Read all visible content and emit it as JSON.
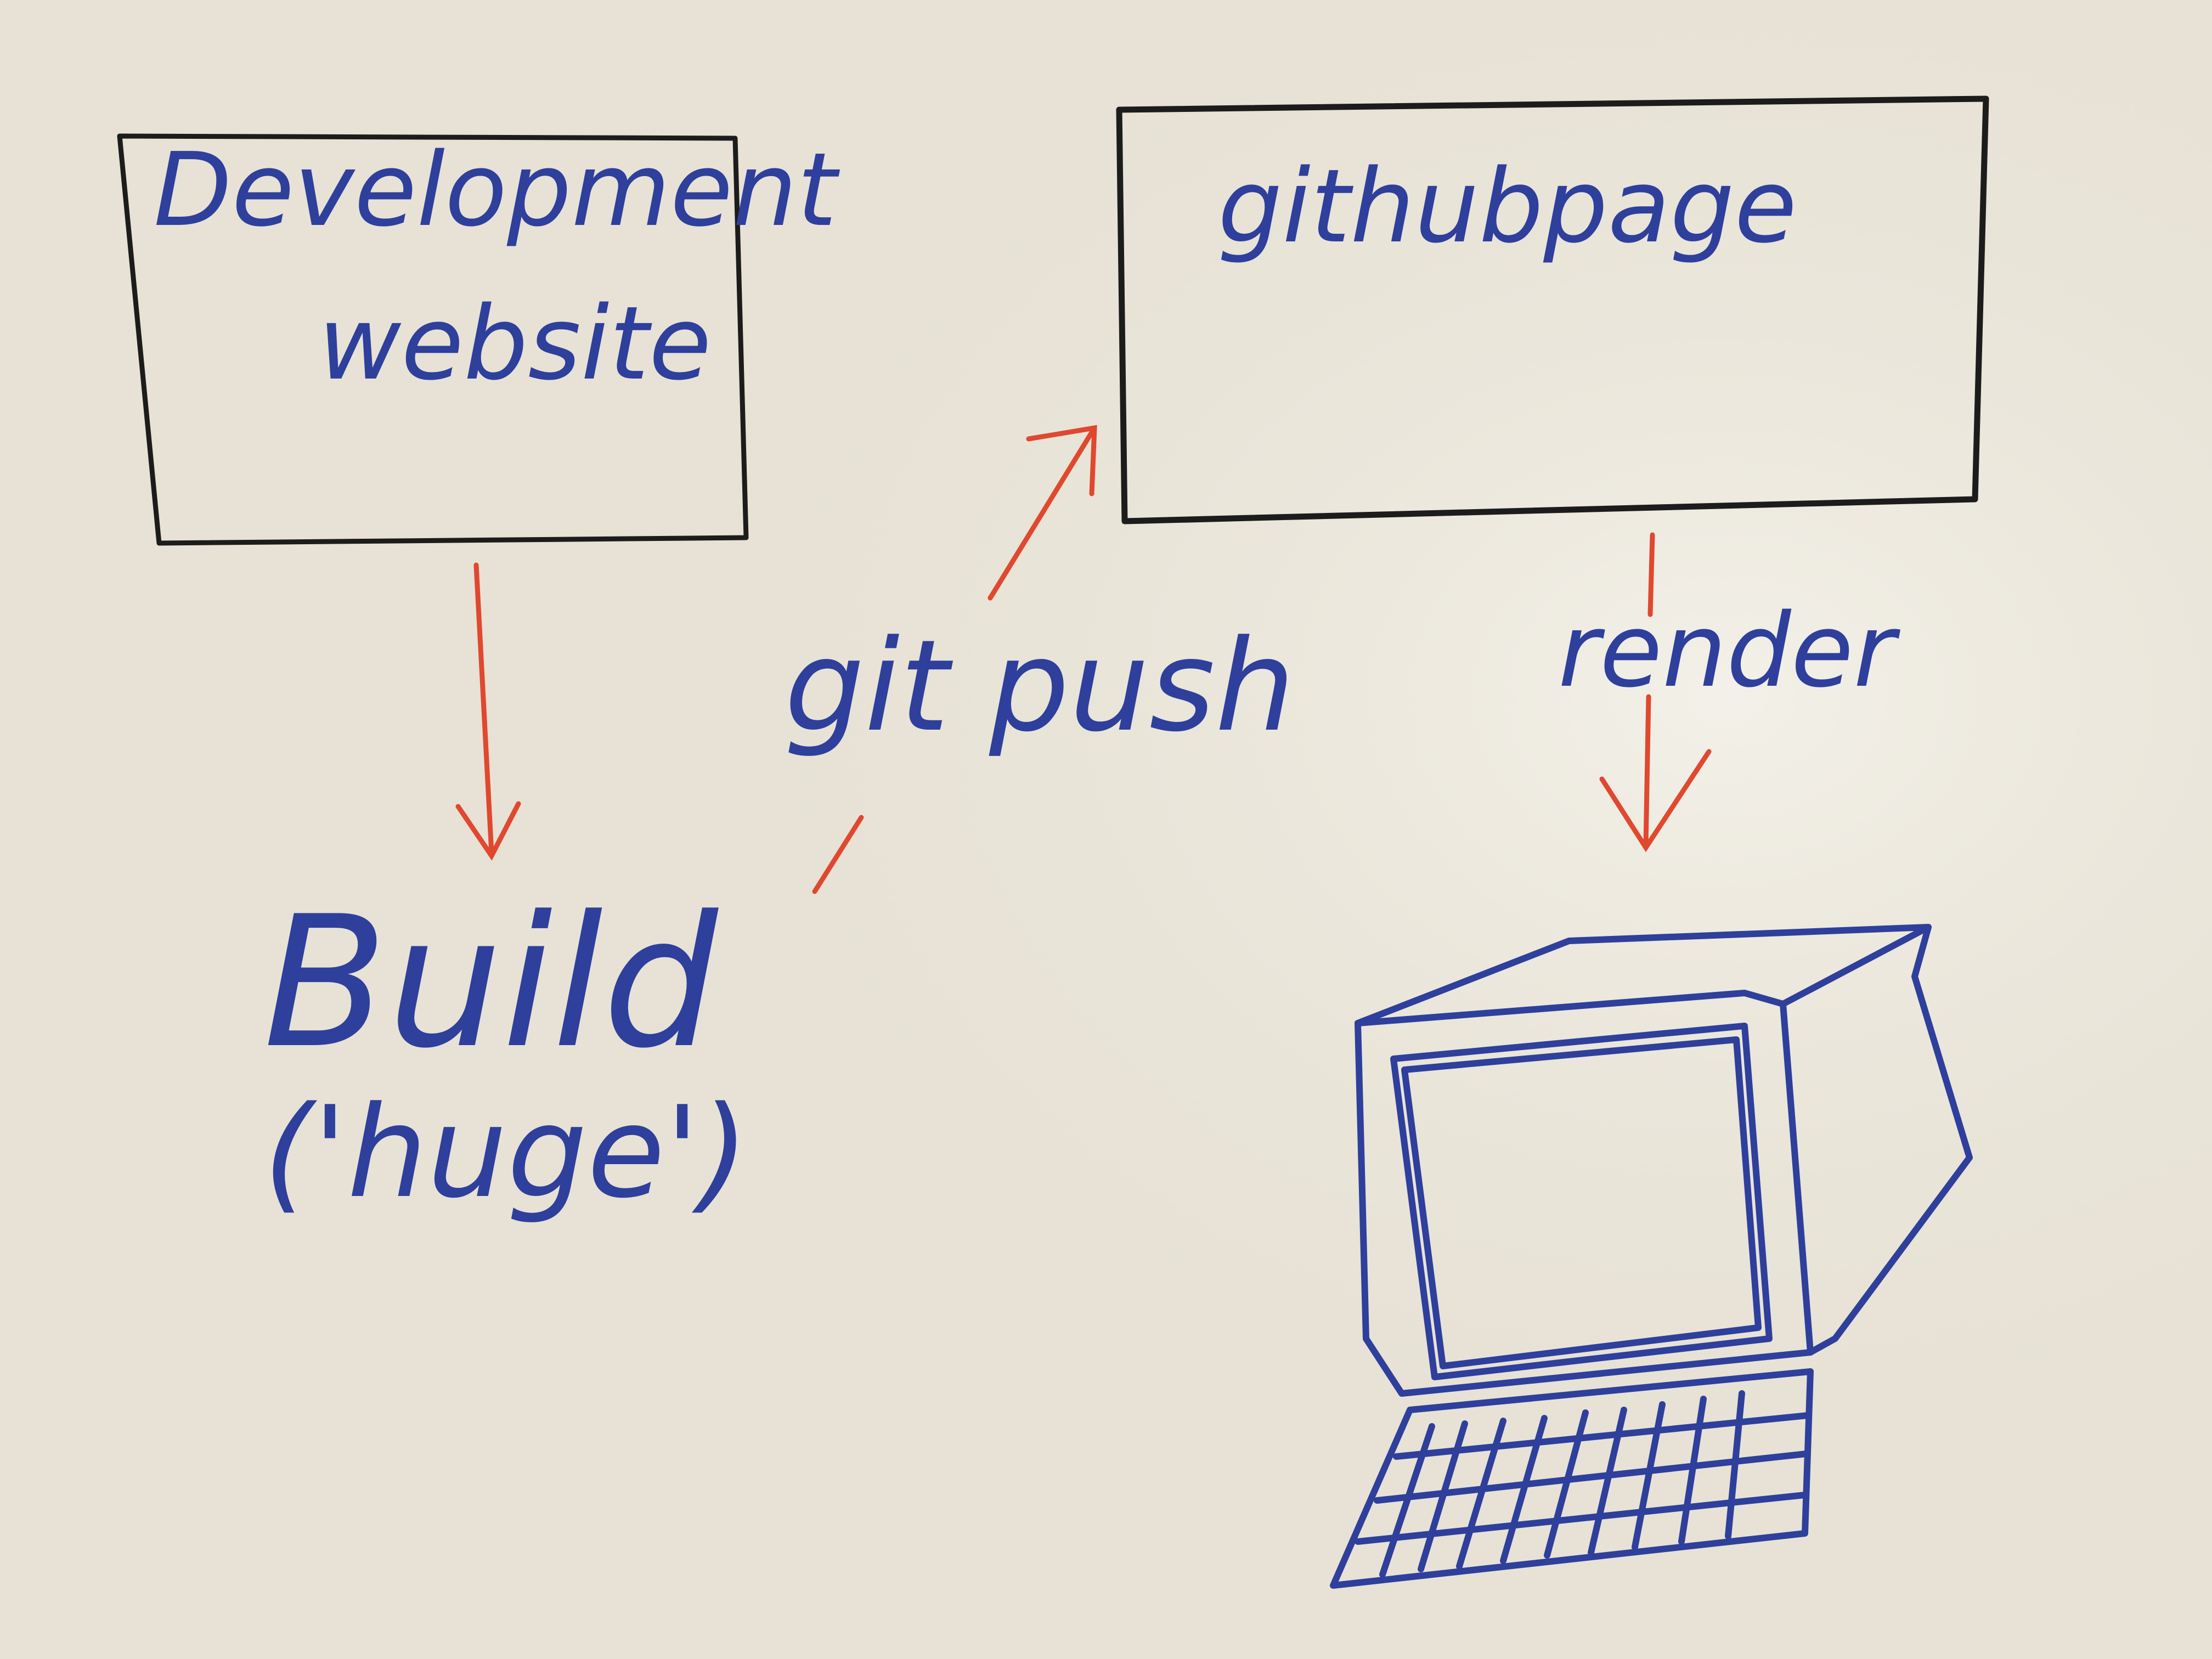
{
  "diagram": {
    "nodes": {
      "development": {
        "line1": "Development",
        "line2": "website"
      },
      "github": {
        "label": "githubpage"
      },
      "build": {
        "line1": "Build",
        "line2": "('huge')"
      }
    },
    "edges": {
      "git_push": {
        "label": "git push"
      },
      "render": {
        "label": "render"
      }
    },
    "icons": {
      "computer": "computer-monitor-keyboard-icon"
    }
  },
  "colors": {
    "board": "#e7e2d5",
    "marker_blue": "#2e3f9c",
    "marker_red": "#e0482f",
    "marker_black": "#1c1c1c"
  }
}
